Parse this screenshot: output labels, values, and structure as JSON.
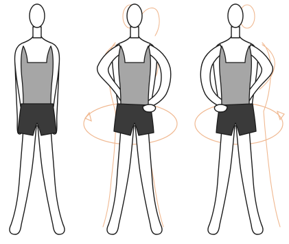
{
  "figure": {
    "panels": [
      {
        "pose": "standing-neutral"
      },
      {
        "pose": "hip-rotation-left"
      },
      {
        "pose": "hip-rotation-right"
      }
    ],
    "colors": {
      "skin_outline": "#1a1a1a",
      "tank_top": "#a6a6a6",
      "shorts": "#3a3a3a",
      "motion_ghost": "#f0b890"
    }
  }
}
